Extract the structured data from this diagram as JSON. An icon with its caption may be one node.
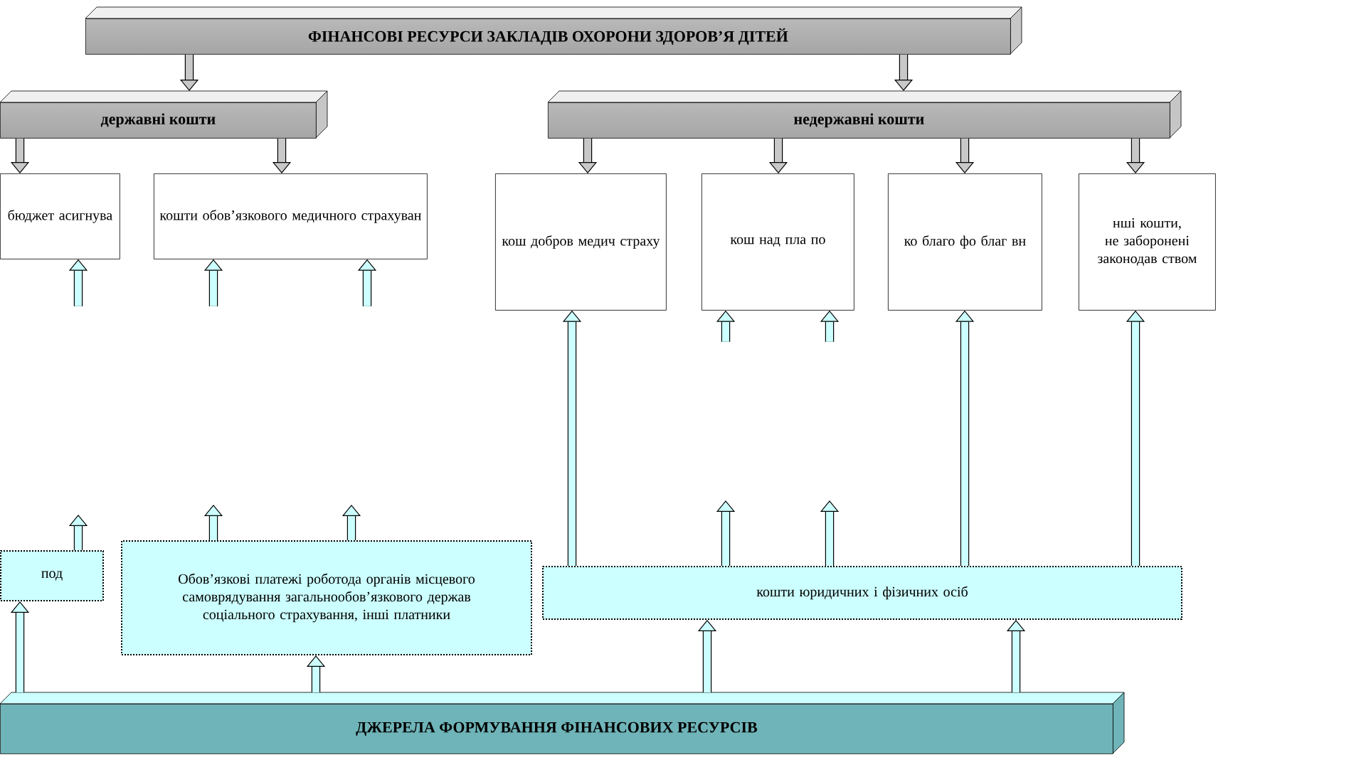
{
  "diagram": {
    "nodes": [
      {
        "text": [
          "ФІНАНСОВІ РЕСУРСИ ЗАКЛАДІВ ОХОРОНИ ЗДОРОВ’Я ДІТЕЙ"
        ]
      },
      {
        "text": [
          "державні кошти"
        ]
      },
      {
        "text": [
          "недержавні кошти"
        ]
      },
      {
        "text": [
          "бюджет асигнува"
        ]
      },
      {
        "text": [
          "кошти обов’язкового медичного страхуван"
        ]
      },
      {
        "text": [
          "кош добров медич страху"
        ]
      },
      {
        "text": [
          "кош над пла по"
        ]
      },
      {
        "text": [
          "ко благо фо благ вн"
        ]
      },
      {
        "text": [
          "нші кошти, не заборонені законодав ством"
        ]
      },
      {
        "text": [
          "под"
        ]
      },
      {
        "text": [
          "Обов’язкові платежі роботода органів місцевого самоврядування загальнообов’язкового держав соціального страхування, інші платники"
        ]
      },
      {
        "text": [
          "кошти юридичних і фізичних осіб"
        ]
      },
      {
        "text": [
          "ДЖЕРЕЛА ФОРМУВАННЯ ФІНАНСОВИХ РЕСУРСІВ"
        ]
      }
    ],
    "edges": [
      {
        "from": 0,
        "to": 1,
        "arrow": "to"
      },
      {
        "from": 0,
        "to": 2,
        "arrow": "to"
      },
      {
        "from": 1,
        "to": 3,
        "arrow": "to"
      },
      {
        "from": 1,
        "to": 4,
        "arrow": "to"
      },
      {
        "from": 2,
        "to": 5,
        "arrow": "to"
      },
      {
        "from": 2,
        "to": 6,
        "arrow": "to"
      },
      {
        "from": 2,
        "to": 7,
        "arrow": "to"
      },
      {
        "from": 2,
        "to": 8,
        "arrow": "to"
      },
      {
        "from": null,
        "to": 3,
        "arrow": "to"
      },
      {
        "from": null,
        "to": 4,
        "arrow": "to"
      },
      {
        "from": null,
        "to": 4,
        "arrow": "to"
      },
      {
        "from": 9,
        "to": null,
        "arrow": "to"
      },
      {
        "from": 10,
        "to": null,
        "arrow": "to"
      },
      {
        "from": 10,
        "to": null,
        "arrow": "to"
      },
      {
        "from": null,
        "to": 6,
        "arrow": "to"
      },
      {
        "from": null,
        "to": 6,
        "arrow": "to"
      },
      {
        "from": 11,
        "to": null,
        "arrow": "to"
      },
      {
        "from": 11,
        "to": null,
        "arrow": "to"
      },
      {
        "from": 11,
        "to": 5,
        "arrow": "to"
      },
      {
        "from": 11,
        "to": 7,
        "arrow": "to"
      },
      {
        "from": 11,
        "to": 8,
        "arrow": "to"
      },
      {
        "from": 12,
        "to": 9,
        "arrow": "to"
      },
      {
        "from": 12,
        "to": 10,
        "arrow": "to"
      },
      {
        "from": 12,
        "to": 11,
        "arrow": "to"
      },
      {
        "from": 12,
        "to": 11,
        "arrow": "to"
      }
    ]
  }
}
